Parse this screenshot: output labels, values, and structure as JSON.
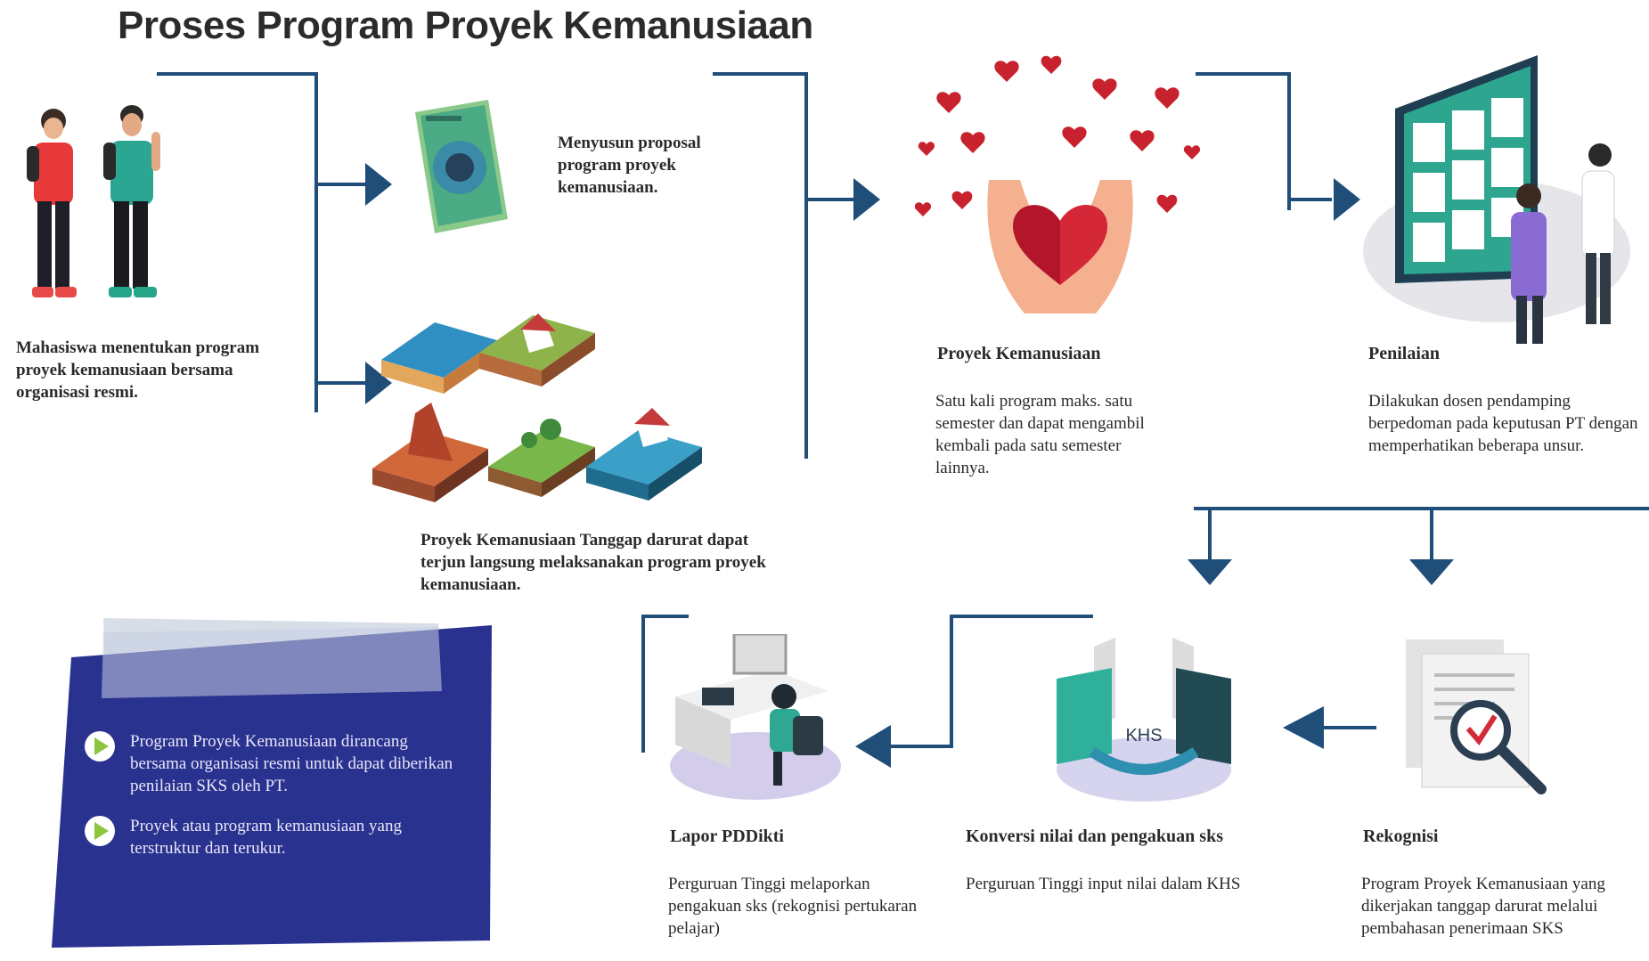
{
  "title": "Proses Program Proyek Kemanusiaan",
  "colors": {
    "line": "#1f4e79",
    "panel": "#2a3290",
    "play": "#8cc63f"
  },
  "steps": {
    "mahasiswa": {
      "text": "Mahasiswa menentukan program proyek kemanusiaan bersama organisasi resmi."
    },
    "proposal": {
      "text": "Menyusun proposal program proyek kemanusiaan."
    },
    "tanggap": {
      "text": "Proyek Kemanusiaan Tanggap darurat dapat terjun langsung melaksanakan program proyek kemanusiaan."
    },
    "proyek": {
      "heading": "Proyek Kemanusiaan",
      "text": "Satu kali program maks. satu semester dan dapat mengambil kembali pada satu semester lainnya."
    },
    "penilaian": {
      "heading": "Penilaian",
      "text": "Dilakukan dosen pendamping berpedoman pada keputusan PT dengan memperhatikan beberapa unsur."
    },
    "rekognisi": {
      "heading": "Rekognisi",
      "text": "Program Proyek Kemanusiaan yang dikerjakan tanggap darurat melalui pembahasan penerimaan SKS"
    },
    "konversi": {
      "heading": "Konversi nilai dan pengakuan sks",
      "text": "Perguruan Tinggi input nilai dalam KHS",
      "badge": "KHS"
    },
    "lapor": {
      "heading": "Lapor PDDikti",
      "text": "Perguruan Tinggi melaporkan pengakuan sks (rekognisi pertukaran pelajar)"
    }
  },
  "info_panel": {
    "items": [
      "Program Proyek Kemanusiaan dirancang bersama organisasi resmi untuk dapat diberikan penilaian SKS oleh PT.",
      "Proyek atau program kemanusiaan yang terstruktur dan terukur."
    ]
  }
}
